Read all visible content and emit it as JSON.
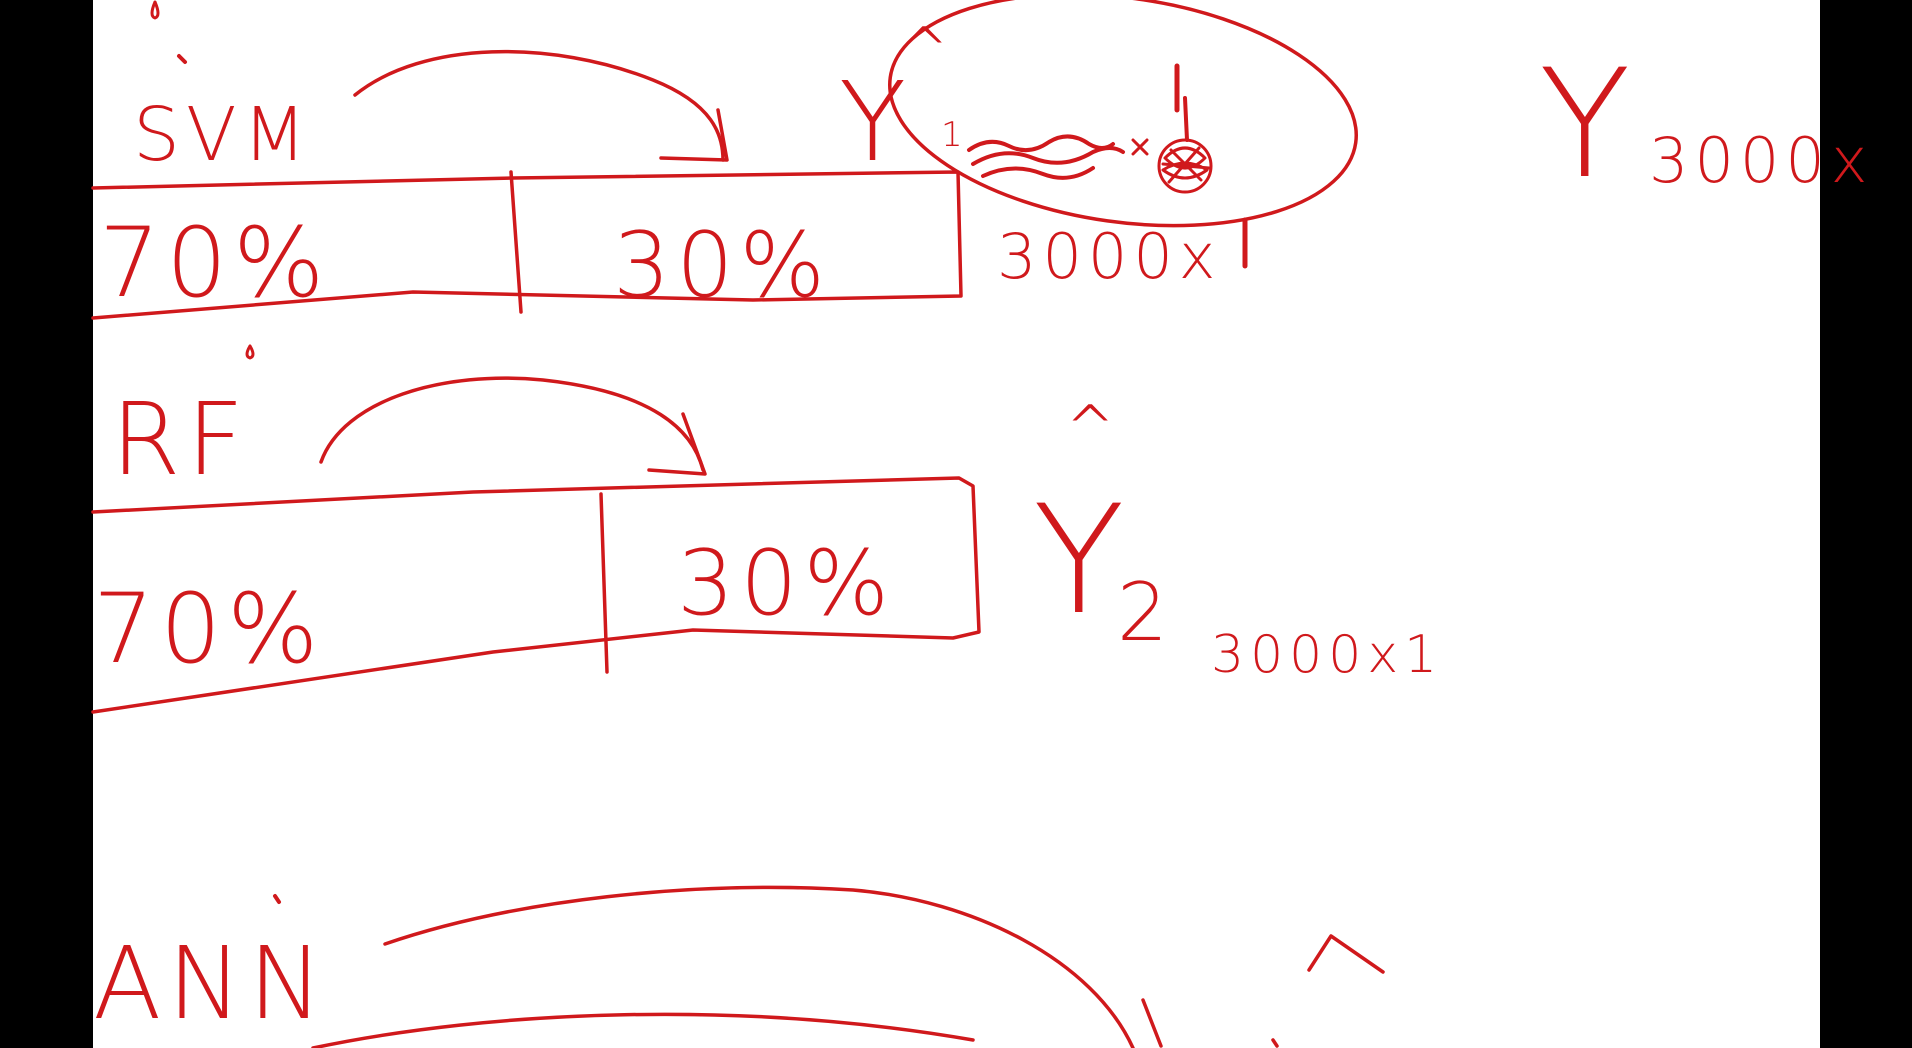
{
  "colors": {
    "ink": "#d0191c",
    "background": "#ffffff",
    "letterbox": "#000000"
  },
  "labels": {
    "svm": "SVM",
    "rf": "RF",
    "ann": "ANN",
    "svm_left_pct": "70%",
    "svm_right_pct": "30%",
    "rf_left_pct": "70%",
    "rf_right_pct": "30%",
    "y_hat_1_symbol": "Y",
    "y_hat_1_sub": "1",
    "y_hat_1_dim": "3000x",
    "y_hat_2_symbol": "Y",
    "y_hat_2_sub": "2",
    "y_hat_2_dim": "3000x1",
    "y_symbol": "Y",
    "y_dim": "3000x",
    "hat_symbol": "^"
  }
}
